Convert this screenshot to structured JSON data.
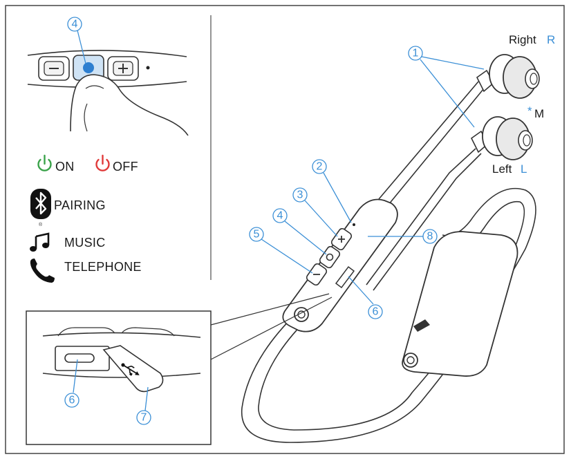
{
  "legend": {
    "on": "ON",
    "off": "OFF",
    "pairing": "PAIRING",
    "music": "MUSIC",
    "telephone": "TELEPHONE"
  },
  "earbud_labels": {
    "right_text": "Right",
    "right_letter": "R",
    "left_text": "Left",
    "left_letter": "L",
    "mic_star": "*",
    "mic_letter": "M"
  },
  "callouts": {
    "earbuds": "1",
    "led": "2",
    "volume_up": "3",
    "multifunction_top": "4",
    "multifunction": "4",
    "volume_down": "5",
    "usb_port_cover": "6",
    "usb_port_detail": "6",
    "usb_cable": "7",
    "neckband": "8"
  },
  "colors": {
    "on_icon": "#3aa24a",
    "off_icon": "#e03a3a",
    "accent": "#3b8fd6",
    "multifunction_button": "#2e7fd0",
    "line": "#333333"
  },
  "icons": [
    "power-on-icon",
    "power-off-icon",
    "bluetooth-icon",
    "music-note-icon",
    "telephone-icon"
  ]
}
